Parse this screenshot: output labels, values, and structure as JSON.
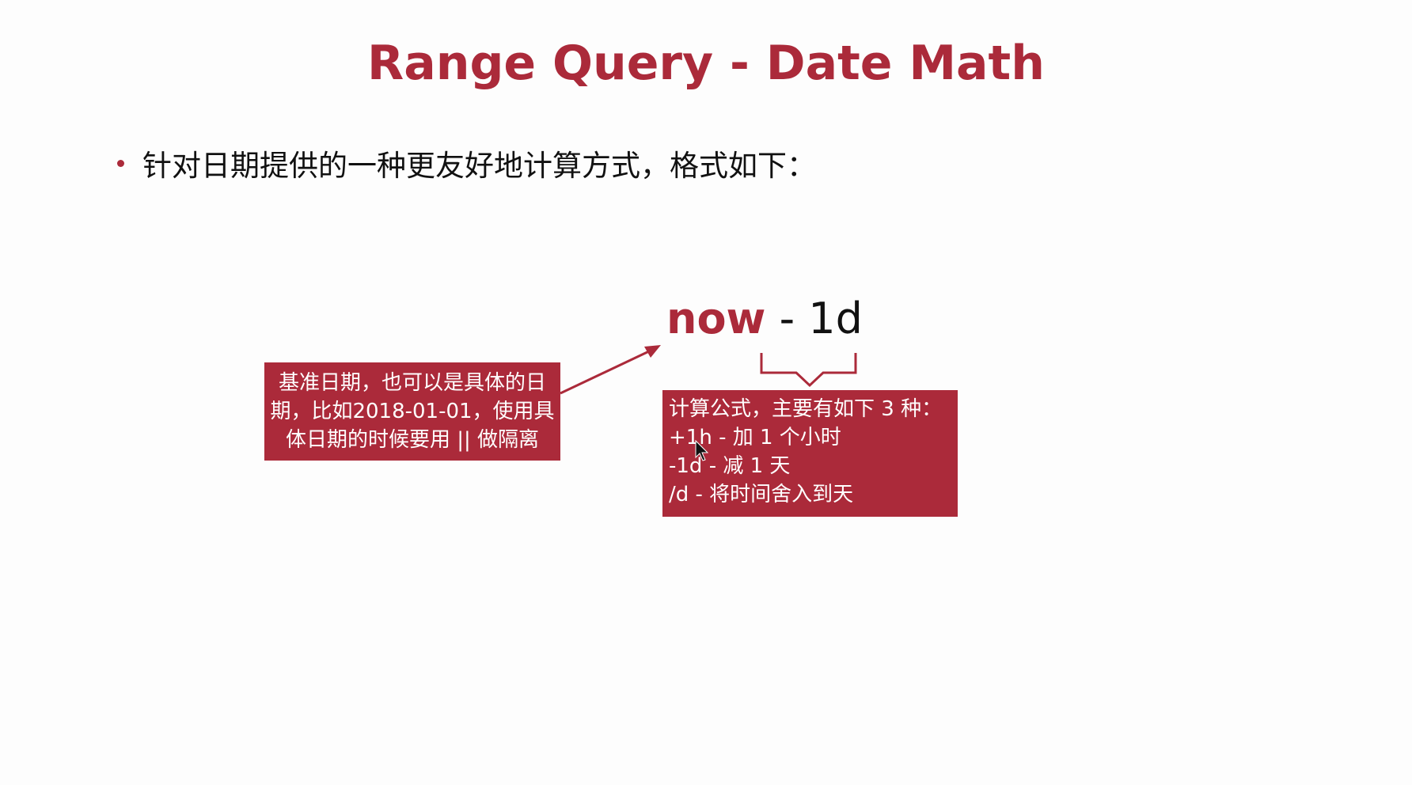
{
  "slide": {
    "title": "Range Query - Date Math",
    "bullet": "针对日期提供的一种更友好地计算方式，格式如下：",
    "expression": {
      "base": "now",
      "operation": " - 1d"
    },
    "base_note": "基准日期，也可以是具体的日期，比如2018-01-01，使用具体日期的时候要用 || 做隔离",
    "formula_note": {
      "heading": "计算公式，主要有如下 3 种：",
      "lines": [
        "+1h - 加 1 个小时",
        "-1d - 减 1 天",
        "/d - 将时间舍入到天"
      ]
    }
  },
  "colors": {
    "accent": "#ab2a3a",
    "text": "#111111",
    "background": "#fdfdfd",
    "box_text": "#ffffff"
  },
  "icons": {
    "bullet": "bullet-dot",
    "arrow": "arrow-pointer",
    "brace": "curly-brace-under",
    "cursor": "mouse-cursor-icon"
  }
}
